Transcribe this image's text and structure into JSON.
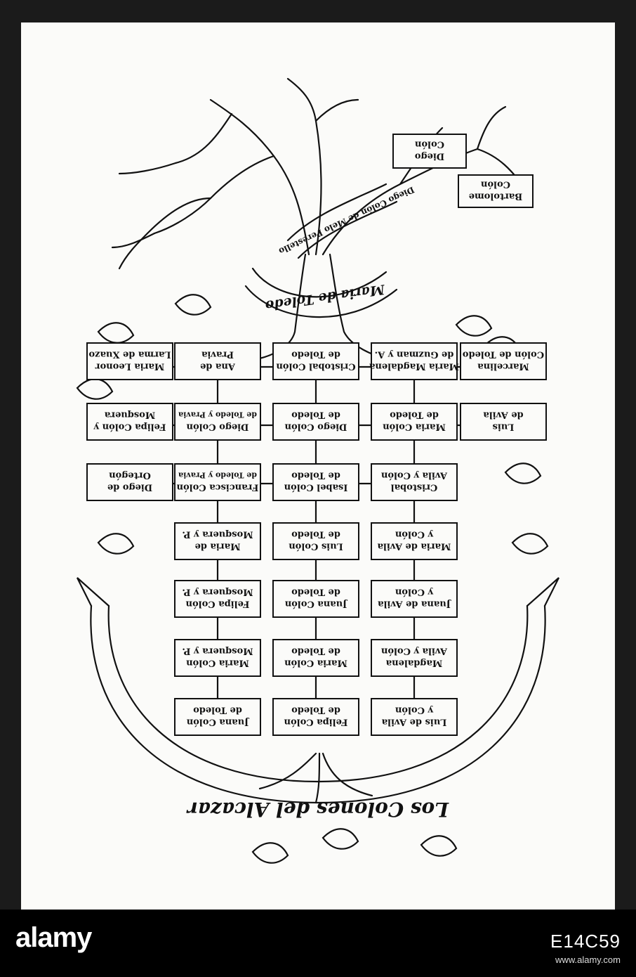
{
  "top": {
    "box_diego": [
      "Diego",
      "Colón"
    ],
    "box_bartolome": [
      "Bartolome",
      "Colón"
    ],
    "ribbon_diego": [
      "Diego Colón de",
      "Melo Perestello"
    ],
    "ribbon_maria": "Maria de Toledo"
  },
  "rows": [
    [
      [
        "Maria Leonor",
        "Larma de Xuazo"
      ],
      [
        "Ana de",
        "Pravia"
      ],
      [
        "Cristobal Colón",
        "de Toledo"
      ],
      [
        "Maria Magdalena",
        "de Guzman y A."
      ],
      [
        "Marcelina",
        "Colón de Toledo"
      ]
    ],
    [
      [
        "Felipa Colón y",
        "Mosquera"
      ],
      [
        "Diego Colón",
        "de Toledo y Pravia"
      ],
      [
        "Diego Colón",
        "de Toledo"
      ],
      [
        "Maria Colón",
        "de Toledo"
      ],
      [
        "Luis",
        "de Avila"
      ]
    ],
    [
      [
        "Diego de",
        "Ortegón"
      ],
      [
        "Francisca Colón",
        "de Toledo y Pravia"
      ],
      [
        "Isabel Colón",
        "de Toledo"
      ],
      [
        "Cristobal",
        "Avila y Colón"
      ]
    ],
    [
      [
        "Maria de",
        "Mosquera y P."
      ],
      [
        "Luis Colón",
        "de Toledo"
      ],
      [
        "Maria de Avila",
        "y Colón"
      ]
    ],
    [
      [
        "Felipa Colón",
        "Mosquera y P."
      ],
      [
        "Juana Colón",
        "de Toledo"
      ],
      [
        "Juana de Avila",
        "y Colón"
      ]
    ],
    [
      [
        "Maria Colón",
        "Mosquera y P."
      ],
      [
        "Maria Colón",
        "de Toledo"
      ],
      [
        "Magdalena",
        "Avila y Colón"
      ]
    ],
    [
      [
        "Juana Colón",
        "de Toledo"
      ],
      [
        "Felipa Colón",
        "de Toledo"
      ],
      [
        "Luis de Avila",
        "y Colón"
      ]
    ]
  ],
  "bottom_ribbon": "Los Colones del Alcazar",
  "watermark": {
    "logo": "alamy",
    "image_id": "E14C59",
    "url": "www.alamy.com"
  }
}
